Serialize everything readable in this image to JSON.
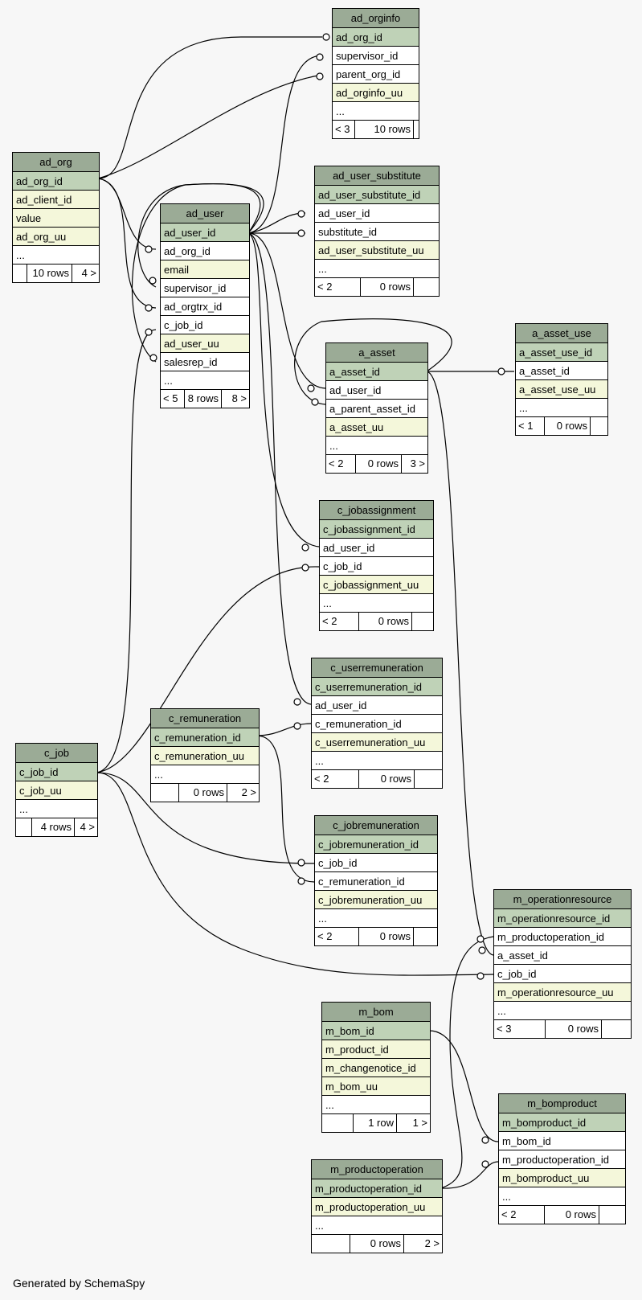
{
  "generated_by": "Generated by SchemaSpy",
  "tables": [
    {
      "name": "ad_orginfo",
      "rows": [
        [
          "ad_org_id",
          "pk"
        ],
        [
          "supervisor_id",
          "plain"
        ],
        [
          "parent_org_id",
          "plain"
        ],
        [
          "ad_orginfo_uu",
          "idx"
        ],
        [
          "...",
          "plain"
        ]
      ],
      "footer": [
        "< 3",
        "10 rows",
        ""
      ]
    },
    {
      "name": "ad_org",
      "rows": [
        [
          "ad_org_id",
          "pk"
        ],
        [
          "ad_client_id",
          "idx"
        ],
        [
          "value",
          "idx"
        ],
        [
          "ad_org_uu",
          "idx"
        ],
        [
          "...",
          "plain"
        ]
      ],
      "footer": [
        "",
        "10 rows",
        "4 >"
      ]
    },
    {
      "name": "ad_user_substitute",
      "rows": [
        [
          "ad_user_substitute_id",
          "pk"
        ],
        [
          "ad_user_id",
          "plain"
        ],
        [
          "substitute_id",
          "plain"
        ],
        [
          "ad_user_substitute_uu",
          "idx"
        ],
        [
          "...",
          "plain"
        ]
      ],
      "footer": [
        "< 2",
        "0 rows",
        ""
      ]
    },
    {
      "name": "ad_user",
      "rows": [
        [
          "ad_user_id",
          "pk"
        ],
        [
          "ad_org_id",
          "plain"
        ],
        [
          "email",
          "idx"
        ],
        [
          "supervisor_id",
          "plain"
        ],
        [
          "ad_orgtrx_id",
          "plain"
        ],
        [
          "c_job_id",
          "plain"
        ],
        [
          "ad_user_uu",
          "idx"
        ],
        [
          "salesrep_id",
          "plain"
        ],
        [
          "...",
          "plain"
        ]
      ],
      "footer": [
        "< 5",
        "8 rows",
        "8 >"
      ]
    },
    {
      "name": "a_asset",
      "rows": [
        [
          "a_asset_id",
          "pk"
        ],
        [
          "ad_user_id",
          "plain"
        ],
        [
          "a_parent_asset_id",
          "plain"
        ],
        [
          "a_asset_uu",
          "idx"
        ],
        [
          "...",
          "plain"
        ]
      ],
      "footer": [
        "< 2",
        "0 rows",
        "3 >"
      ]
    },
    {
      "name": "a_asset_use",
      "rows": [
        [
          "a_asset_use_id",
          "pk"
        ],
        [
          "a_asset_id",
          "plain"
        ],
        [
          "a_asset_use_uu",
          "idx"
        ],
        [
          "...",
          "plain"
        ]
      ],
      "footer": [
        "< 1",
        "0 rows",
        ""
      ]
    },
    {
      "name": "c_jobassignment",
      "rows": [
        [
          "c_jobassignment_id",
          "pk"
        ],
        [
          "ad_user_id",
          "plain"
        ],
        [
          "c_job_id",
          "plain"
        ],
        [
          "c_jobassignment_uu",
          "idx"
        ],
        [
          "...",
          "plain"
        ]
      ],
      "footer": [
        "< 2",
        "0 rows",
        ""
      ]
    },
    {
      "name": "c_userremuneration",
      "rows": [
        [
          "c_userremuneration_id",
          "pk"
        ],
        [
          "ad_user_id",
          "plain"
        ],
        [
          "c_remuneration_id",
          "plain"
        ],
        [
          "c_userremuneration_uu",
          "idx"
        ],
        [
          "...",
          "plain"
        ]
      ],
      "footer": [
        "< 2",
        "0 rows",
        ""
      ]
    },
    {
      "name": "c_remuneration",
      "rows": [
        [
          "c_remuneration_id",
          "pk"
        ],
        [
          "c_remuneration_uu",
          "idx"
        ],
        [
          "...",
          "plain"
        ]
      ],
      "footer": [
        "",
        "0 rows",
        "2 >"
      ]
    },
    {
      "name": "c_job",
      "rows": [
        [
          "c_job_id",
          "pk"
        ],
        [
          "c_job_uu",
          "idx"
        ],
        [
          "...",
          "plain"
        ]
      ],
      "footer": [
        "",
        "4 rows",
        "4 >"
      ]
    },
    {
      "name": "c_jobremuneration",
      "rows": [
        [
          "c_jobremuneration_id",
          "pk"
        ],
        [
          "c_job_id",
          "plain"
        ],
        [
          "c_remuneration_id",
          "plain"
        ],
        [
          "c_jobremuneration_uu",
          "idx"
        ],
        [
          "...",
          "plain"
        ]
      ],
      "footer": [
        "< 2",
        "0 rows",
        ""
      ]
    },
    {
      "name": "m_operationresource",
      "rows": [
        [
          "m_operationresource_id",
          "pk"
        ],
        [
          "m_productoperation_id",
          "plain"
        ],
        [
          "a_asset_id",
          "plain"
        ],
        [
          "c_job_id",
          "plain"
        ],
        [
          "m_operationresource_uu",
          "idx"
        ],
        [
          "...",
          "plain"
        ]
      ],
      "footer": [
        "< 3",
        "0 rows",
        ""
      ]
    },
    {
      "name": "m_bom",
      "rows": [
        [
          "m_bom_id",
          "pk"
        ],
        [
          "m_product_id",
          "idx"
        ],
        [
          "m_changenotice_id",
          "idx"
        ],
        [
          "m_bom_uu",
          "idx"
        ],
        [
          "...",
          "plain"
        ]
      ],
      "footer": [
        "",
        "1 row",
        "1 >"
      ]
    },
    {
      "name": "m_bomproduct",
      "rows": [
        [
          "m_bomproduct_id",
          "pk"
        ],
        [
          "m_bom_id",
          "plain"
        ],
        [
          "m_productoperation_id",
          "plain"
        ],
        [
          "m_bomproduct_uu",
          "idx"
        ],
        [
          "...",
          "plain"
        ]
      ],
      "footer": [
        "< 2",
        "0 rows",
        ""
      ]
    },
    {
      "name": "m_productoperation",
      "rows": [
        [
          "m_productoperation_id",
          "pk"
        ],
        [
          "m_productoperation_uu",
          "idx"
        ],
        [
          "...",
          "plain"
        ]
      ],
      "footer": [
        "",
        "0 rows",
        "2 >"
      ]
    }
  ]
}
